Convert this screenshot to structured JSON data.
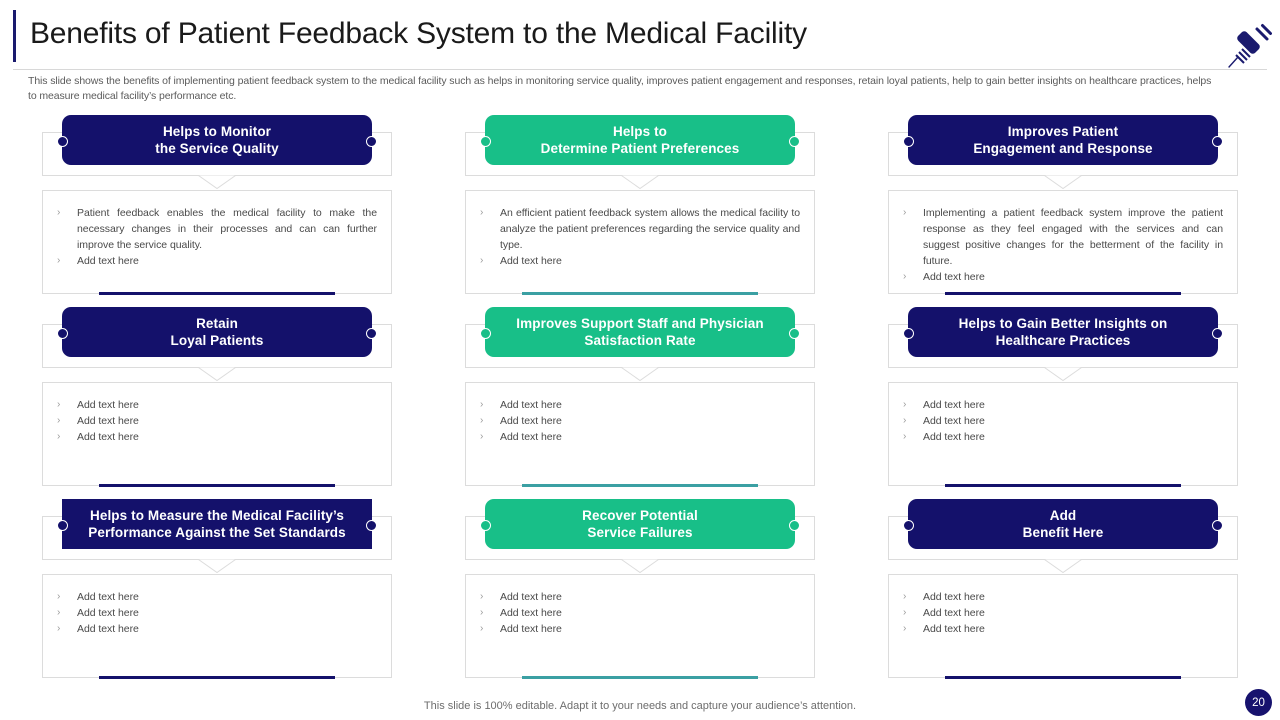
{
  "header": {
    "title": "Benefits of Patient Feedback System to the Medical Facility",
    "subtitle": "This slide shows the benefits of implementing patient feedback system to the medical facility such as helps in monitoring service quality, improves patient engagement and responses, retain loyal patients, help to gain better insights on healthcare practices, helps to measure medical facility’s performance etc.",
    "icon": "syringe-icon"
  },
  "colors": {
    "navy": "#14116b",
    "green": "#18bf88",
    "teal": "#3ba0a3",
    "title_accent": "#1a1a6e",
    "badge": "#17126e"
  },
  "cards": [
    {
      "title_line1": "Helps to Monitor",
      "title_line2": "the Service Quality",
      "theme": "navy",
      "accent": "navy",
      "square": false,
      "bullets": [
        "Patient feedback enables the medical facility to make the necessary changes in their processes and can can further improve the service quality.",
        "Add text here"
      ]
    },
    {
      "title_line1": "Helps to",
      "title_line2": "Determine Patient Preferences",
      "theme": "green",
      "accent": "teal",
      "square": false,
      "bullets": [
        "An efficient patient feedback system allows the medical facility to analyze the patient preferences regarding the service quality and type.",
        "Add text here"
      ]
    },
    {
      "title_line1": "Improves Patient",
      "title_line2": "Engagement and Response",
      "theme": "navy",
      "accent": "navy",
      "square": false,
      "bullets": [
        "Implementing a patient feedback system improve the patient response as they feel engaged with the services and can suggest positive changes for the betterment of the facility in future.",
        "Add text here"
      ]
    },
    {
      "title_line1": "Retain",
      "title_line2": "Loyal Patients",
      "theme": "navy",
      "accent": "navy",
      "square": false,
      "bullets": [
        "Add text here",
        "Add text here",
        "Add text here"
      ]
    },
    {
      "title_line1": "Improves Support Staff and Physician",
      "title_line2": "Satisfaction Rate",
      "theme": "green",
      "accent": "teal",
      "square": false,
      "bullets": [
        "Add text here",
        "Add text here",
        "Add text here"
      ]
    },
    {
      "title_line1": "Helps to Gain Better Insights on",
      "title_line2": "Healthcare Practices",
      "theme": "navy",
      "accent": "navy",
      "square": false,
      "bullets": [
        "Add text here",
        "Add text here",
        "Add text here"
      ]
    },
    {
      "title_line1": "Helps to Measure the Medical Facility’s",
      "title_line2": "Performance Against the Set Standards",
      "theme": "navy",
      "accent": "navy",
      "square": true,
      "bullets": [
        "Add text here",
        "Add text here",
        "Add text here"
      ]
    },
    {
      "title_line1": "Recover Potential",
      "title_line2": "Service Failures",
      "theme": "green",
      "accent": "teal",
      "square": false,
      "bullets": [
        "Add text here",
        "Add text here",
        "Add text here"
      ]
    },
    {
      "title_line1": "Add",
      "title_line2": "Benefit Here",
      "theme": "navy",
      "accent": "navy",
      "square": false,
      "bullets": [
        "Add text here",
        "Add text here",
        "Add text here"
      ]
    }
  ],
  "footer": {
    "note": "This slide is 100% editable. Adapt it to your needs and capture your audience’s attention.",
    "page_number": "20"
  },
  "bullet_glyph": "›"
}
